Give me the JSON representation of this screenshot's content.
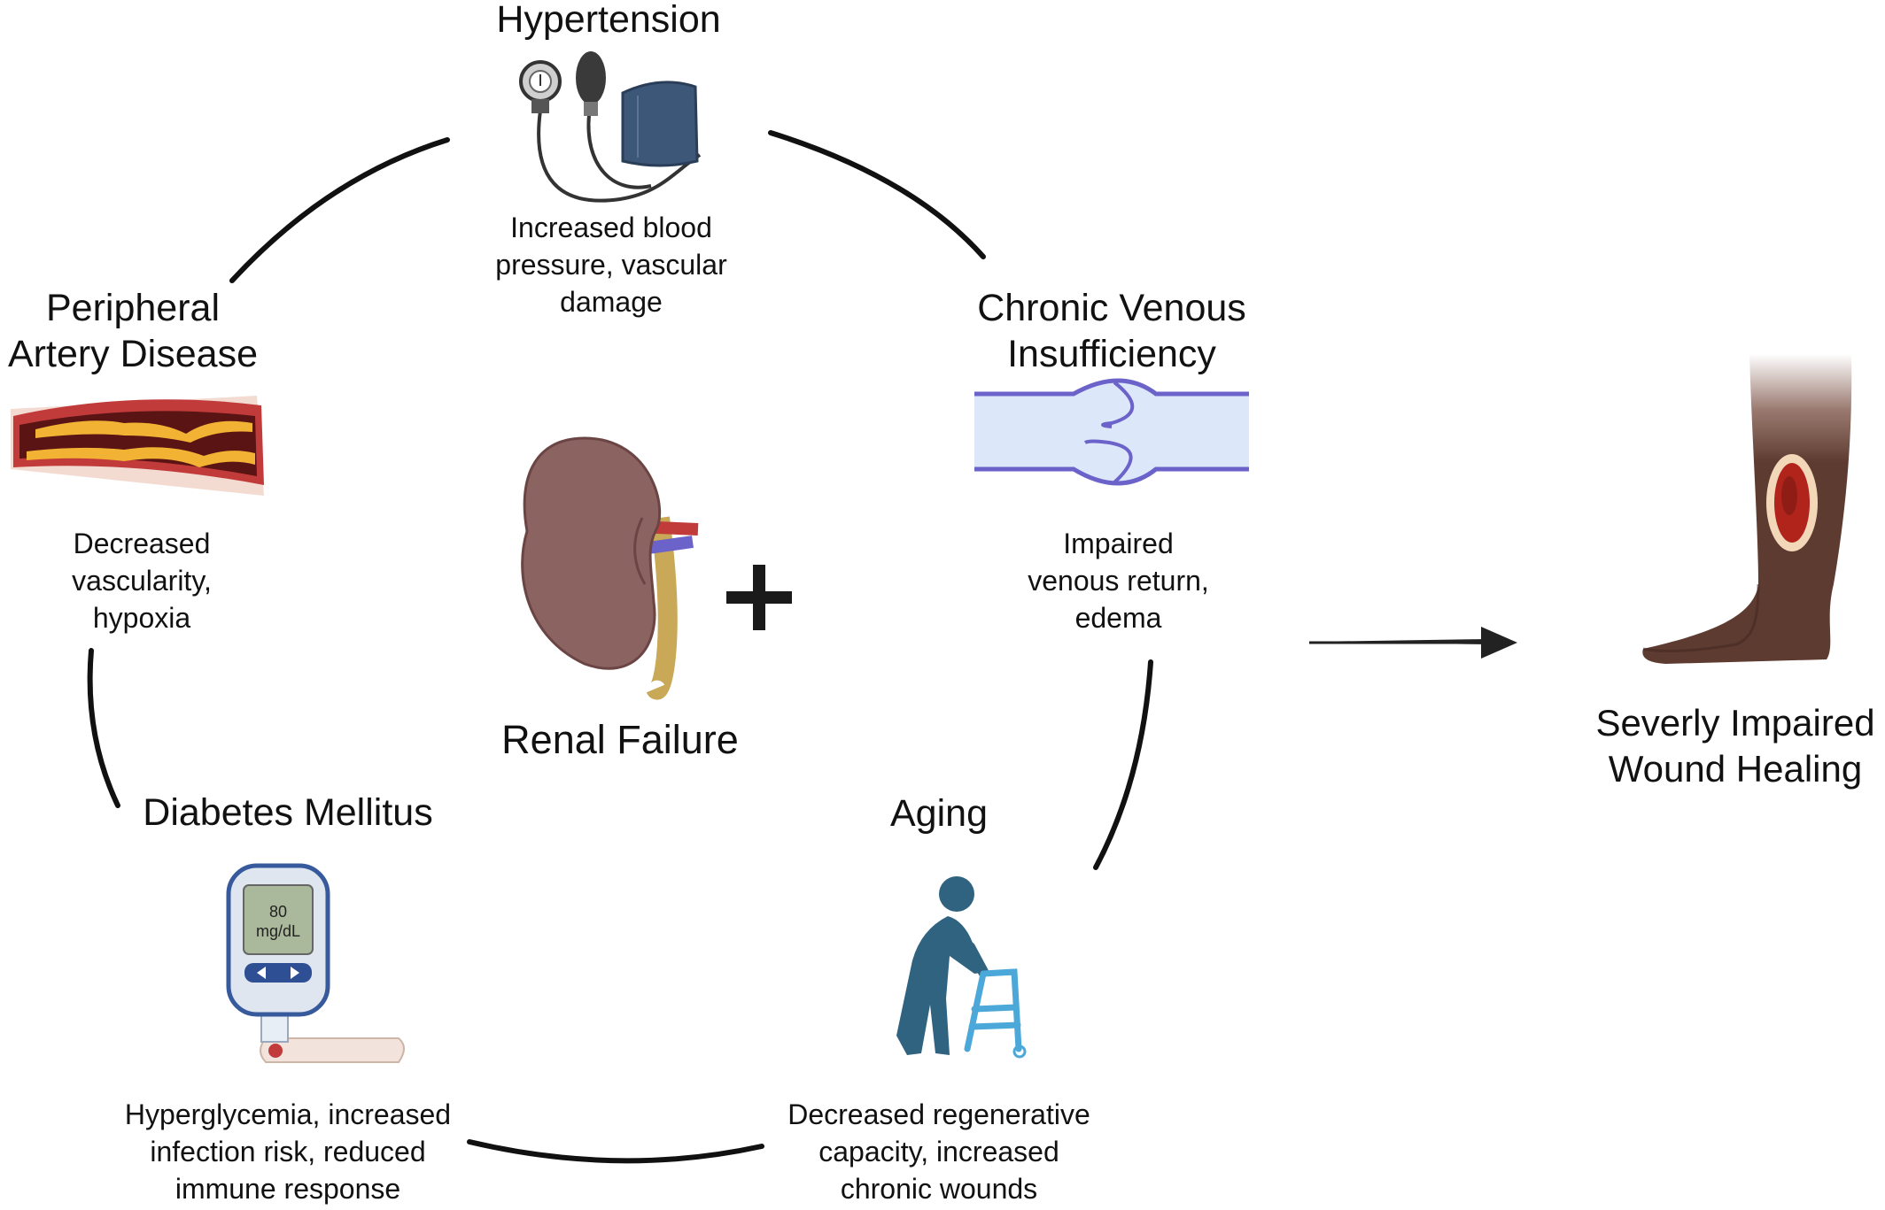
{
  "hub": {
    "title": "Renal Failure",
    "plus_icon": "plus-icon",
    "icon": "kidney-icon"
  },
  "nodes": {
    "hypertension": {
      "title": "Hypertension",
      "description": [
        "Increased blood",
        "pressure, vascular",
        "damage"
      ],
      "icon": "blood-pressure-cuff-icon"
    },
    "pad": {
      "title": [
        "Peripheral",
        "Artery Disease"
      ],
      "description": [
        "Decreased",
        "vascularity,",
        "hypoxia"
      ],
      "icon": "blocked-artery-icon"
    },
    "cvi": {
      "title": [
        "Chronic Venous",
        "Insufficiency"
      ],
      "description": [
        "Impaired",
        "venous return,",
        "edema"
      ],
      "icon": "vein-valve-icon"
    },
    "diabetes": {
      "title": "Diabetes Mellitus",
      "description": [
        "Hyperglycemia, increased",
        "infection risk, reduced",
        "immune response"
      ],
      "icon": "glucose-meter-icon",
      "meter_value": "80",
      "meter_unit": "mg/dL"
    },
    "aging": {
      "title": "Aging",
      "description": [
        "Decreased regenerative",
        "capacity, increased",
        "chronic wounds"
      ],
      "icon": "elderly-walker-icon"
    }
  },
  "outcome": {
    "title": [
      "Severly Impaired",
      "Wound Healing"
    ],
    "icon": "leg-ulcer-icon",
    "arrow_icon": "arrow-right-icon"
  },
  "colors": {
    "ring": "#111111",
    "kidney": "#8b6361",
    "artery_red": "#c23b3b",
    "plaque": "#f2b233",
    "vein_fill": "#dce8fa",
    "vein_stroke": "#6b63c9",
    "figure": "#2f6380",
    "walker": "#4ba8d8",
    "skin": "#5e3b30",
    "wound": "#b0241c"
  }
}
